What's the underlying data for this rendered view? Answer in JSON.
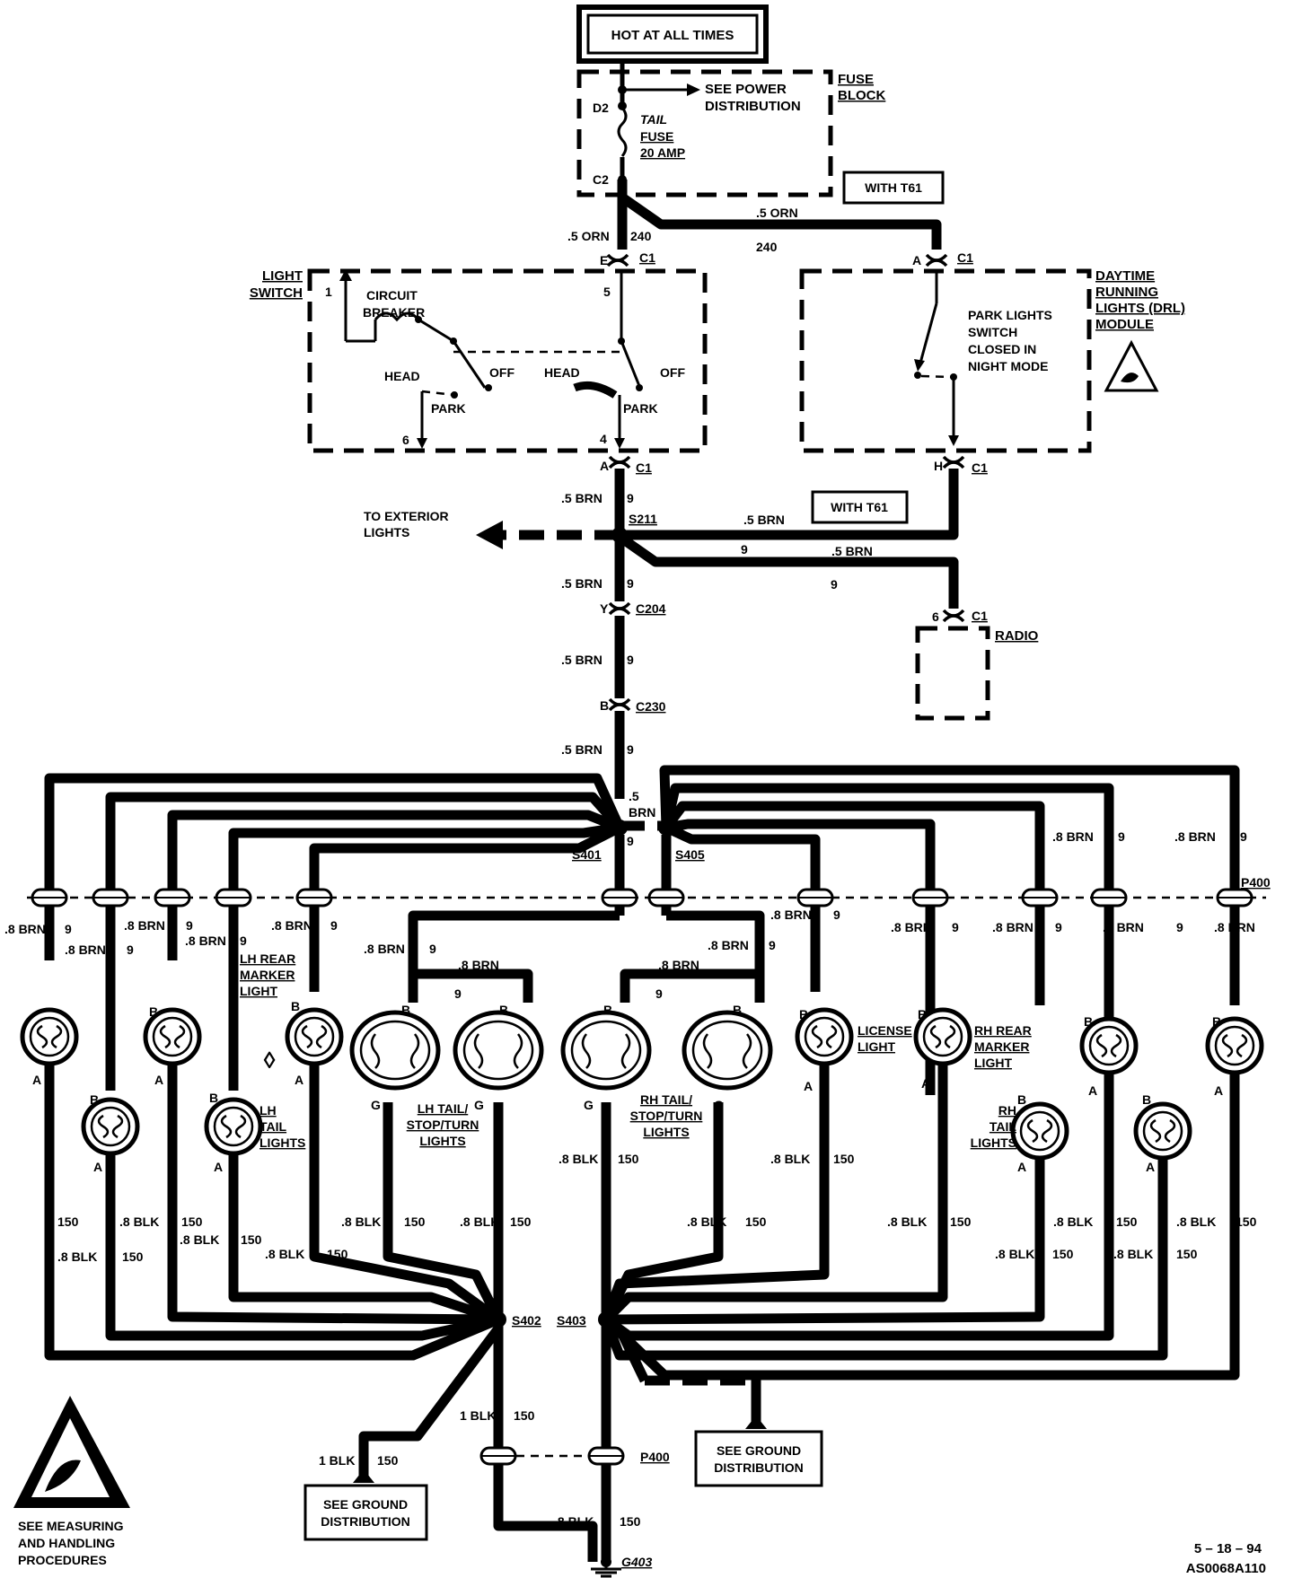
{
  "header": {
    "hot_label": "HOT AT ALL TIMES"
  },
  "fuse_block": {
    "title_1": "FUSE",
    "title_2": "BLOCK",
    "power_ref_1": "SEE POWER",
    "power_ref_2": "DISTRIBUTION",
    "fuse_1": "TAIL",
    "fuse_2": "FUSE",
    "fuse_3": "20 AMP",
    "pin_top": "D2",
    "pin_bottom": "C2"
  },
  "options": {
    "t61_a": "WITH T61",
    "t61_b": "WITH T61"
  },
  "wires": {
    "orn_left": ".5 ORN",
    "orn_left_ckt": "240",
    "orn_right": ".5 ORN",
    "orn_right_ckt": "240",
    "brn_1": ".5 BRN",
    "brn_1_ckt": "9",
    "drl_brn": ".5 BRN",
    "radio_ckt_a": "9",
    "radio_brn": ".5 BRN",
    "radio_ckt_b": "9",
    "brn_2": ".5 BRN",
    "brn_2_ckt": "9",
    "brn_3": ".5 BRN",
    "brn_3_ckt": "9",
    "brn_4": ".5 BRN",
    "brn_4_ckt": "9",
    "splice_brn_1": ".5",
    "splice_brn_2": "BRN",
    "splice_ckt": "9"
  },
  "light_switch": {
    "title_1": "LIGHT",
    "title_2": "SWITCH",
    "cb_1": "CIRCUIT",
    "cb_2": "BREAKER",
    "head_a": "HEAD",
    "off_a": "OFF",
    "park_a": "PARK",
    "head_b": "HEAD",
    "off_b": "OFF",
    "park_b": "PARK",
    "pin_1": "1",
    "pin_5": "5",
    "pin_6": "6",
    "pin_4": "4"
  },
  "drl": {
    "title_1": "DAYTIME",
    "title_2": "RUNNING",
    "title_3": "LIGHTS (DRL)",
    "title_4": "MODULE",
    "sw_1": "PARK LIGHTS",
    "sw_2": "SWITCH",
    "sw_3": "CLOSED IN",
    "sw_4": "NIGHT MODE"
  },
  "connectors": {
    "e": "E",
    "a": "A",
    "h": "H",
    "c1": "C1",
    "y": "Y",
    "c204": "C204",
    "b": "B",
    "c230": "C230",
    "radio_pin": "6",
    "p400": "P400",
    "p400_b": "P400"
  },
  "splices": {
    "s211": "S211",
    "s401": "S401",
    "s405": "S405",
    "s402": "S402",
    "s403": "S403"
  },
  "ext": {
    "to_ext_1": "TO EXTERIOR",
    "to_ext_2": "LIGHTS"
  },
  "radio": {
    "label": "RADIO"
  },
  "lamps": {
    "lh_marker_1": "LH REAR",
    "lh_marker_2": "MARKER",
    "lh_marker_3": "LIGHT",
    "lh_tail_1": "LH",
    "lh_tail_2": "TAIL",
    "lh_tail_3": "LIGHTS",
    "lh_stop_1": "LH TAIL/",
    "lh_stop_2": "STOP/TURN",
    "lh_stop_3": "LIGHTS",
    "rh_stop_1": "RH TAIL/",
    "rh_stop_2": "STOP/TURN",
    "rh_stop_3": "LIGHTS",
    "license_1": "LICENSE",
    "license_2": "LIGHT",
    "rh_marker_1": "RH REAR",
    "rh_marker_2": "MARKER",
    "rh_marker_3": "LIGHT",
    "rh_tail_1": "RH",
    "rh_tail_2": "TAIL",
    "rh_tail_3": "LIGHTS",
    "pin_a": "A",
    "pin_b": "B",
    "pin_g": "G"
  },
  "feed": {
    "wire": ".8 BRN",
    "ckt": "9"
  },
  "ground": {
    "wire": ".8 BLK",
    "ckt": "150",
    "blk1": "1 BLK",
    "g403": "G403",
    "see_1": "SEE GROUND",
    "see_2": "DISTRIBUTION"
  },
  "footer": {
    "esd_1": "SEE MEASURING",
    "esd_2": "AND HANDLING",
    "esd_3": "PROCEDURES",
    "date": "5 – 18 – 94",
    "code": "AS0068A110"
  }
}
